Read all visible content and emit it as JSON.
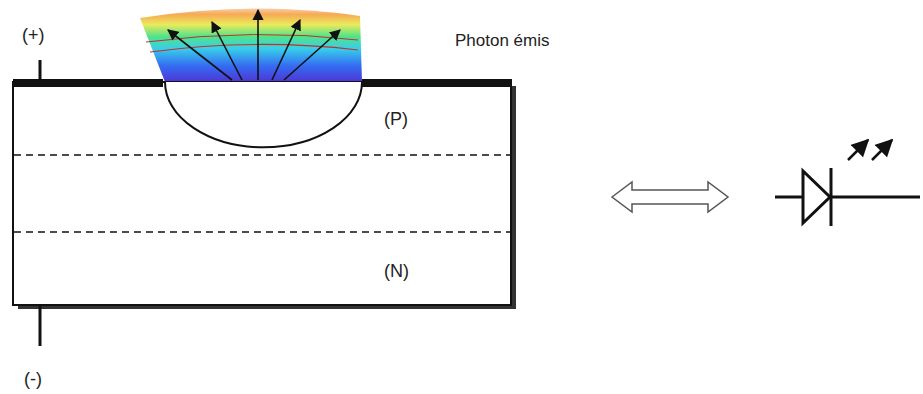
{
  "diagram": {
    "labels": [
      "(+)",
      "Photon émis",
      "(P)",
      "(N)",
      "(-)"
    ]
  }
}
